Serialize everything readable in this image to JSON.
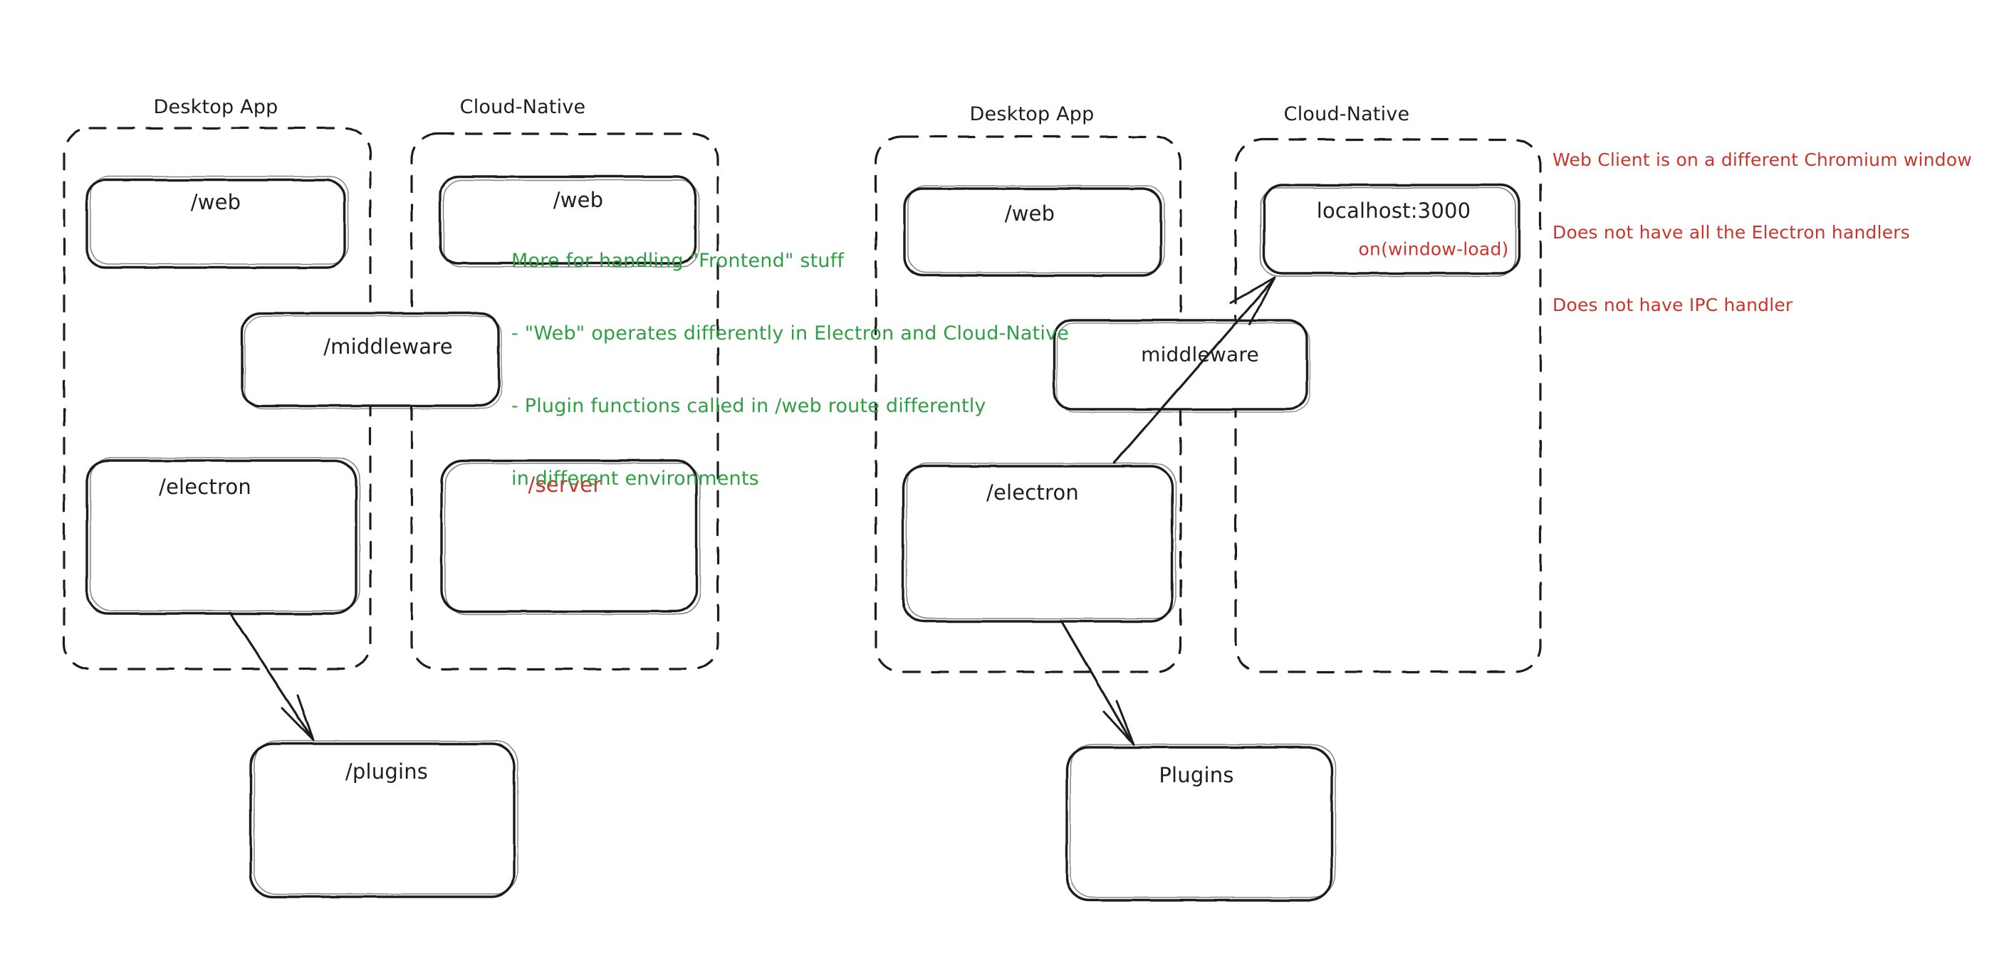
{
  "diagram": {
    "title": "Electron Desktop App vs Cloud-Native architecture comparison",
    "style": "hand-drawn sketch (excalidraw)",
    "background": "#ffffff",
    "colors": {
      "stroke": "#1e1e1e",
      "red": "#c9352c",
      "green": "#2f9e44"
    }
  },
  "panels": [
    {
      "id": "left",
      "groups": [
        {
          "id": "left-desktop-app",
          "title": "Desktop App"
        },
        {
          "id": "left-cloud-native",
          "title": "Cloud-Native"
        }
      ],
      "nodes": [
        {
          "id": "left-desktop-web",
          "label": "/web",
          "color": "#1e1e1e"
        },
        {
          "id": "left-cloud-web",
          "label": "/web",
          "color": "#1e1e1e"
        },
        {
          "id": "left-middleware",
          "label": "/middleware",
          "color": "#1e1e1e"
        },
        {
          "id": "left-electron",
          "label": "/electron",
          "color": "#1e1e1e"
        },
        {
          "id": "left-server",
          "label": "/server",
          "color": "#c9352c"
        },
        {
          "id": "left-plugins",
          "label": "/plugins",
          "color": "#1e1e1e"
        }
      ],
      "edges": [
        {
          "id": "left-electron-to-plugins",
          "from": "left-electron",
          "to": "left-plugins",
          "arrow": "end"
        }
      ],
      "annotations": [
        {
          "id": "left-green-note",
          "color": "#2f9e44",
          "lines": [
            "More for handling \"Frontend\" stuff",
            "- \"Web\" operates differently in Electron and Cloud-Native",
            "- Plugin functions called in /web route differently",
            "in different environments"
          ]
        }
      ]
    },
    {
      "id": "right",
      "groups": [
        {
          "id": "right-desktop-app",
          "title": "Desktop App"
        },
        {
          "id": "right-cloud-native",
          "title": "Cloud-Native"
        }
      ],
      "nodes": [
        {
          "id": "right-desktop-web",
          "label": "/web",
          "color": "#1e1e1e"
        },
        {
          "id": "right-localhost",
          "label": "localhost:3000",
          "sublabel": "on(window-load)",
          "color": "#1e1e1e",
          "sublabel_color": "#c9352c"
        },
        {
          "id": "right-middleware",
          "label": "middleware",
          "color": "#1e1e1e"
        },
        {
          "id": "right-electron",
          "label": "/electron",
          "color": "#1e1e1e"
        },
        {
          "id": "right-plugins",
          "label": "Plugins",
          "color": "#1e1e1e"
        }
      ],
      "edges": [
        {
          "id": "right-electron-to-localhost",
          "from": "right-electron",
          "to": "right-localhost",
          "arrow": "end"
        },
        {
          "id": "right-electron-to-plugins",
          "from": "right-electron",
          "to": "right-plugins",
          "arrow": "end"
        }
      ],
      "annotations": [
        {
          "id": "right-red-note",
          "color": "#c9352c",
          "lines": [
            "Web Client is on a different Chromium window",
            "Does not have all the Electron handlers",
            "Does not have IPC handler"
          ]
        }
      ]
    }
  ]
}
